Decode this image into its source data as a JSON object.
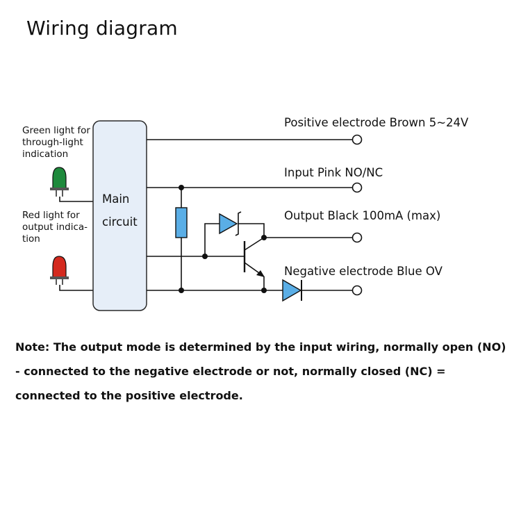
{
  "title": "Wiring diagram",
  "leds": {
    "green": {
      "label_lines": [
        "Green light for",
        "through-light",
        "indication"
      ],
      "color": "#1e8a3c"
    },
    "red": {
      "label_lines": [
        "Red light for",
        "output indica-",
        "tion"
      ],
      "color": "#d42a1f"
    }
  },
  "main_circuit": {
    "label_lines": [
      "Main",
      "circuit"
    ],
    "fill": "#e6eef8",
    "stroke": "#2a2a2a"
  },
  "terminals": [
    {
      "label": "Positive electrode  Brown 5~24V"
    },
    {
      "label": "Input  Pink NO/NC"
    },
    {
      "label": "Output  Black 100mA (max)"
    },
    {
      "label": "Negative electrode Blue OV"
    }
  ],
  "component_colors": {
    "resistor": "#5aaee6",
    "diode": "#5aaee6",
    "wire": "#111111"
  },
  "note": "Note: The output mode is determined by the input wiring, normally open (NO) - connected to the negative electrode or not, normally closed (NC) = connected to the positive electrode."
}
